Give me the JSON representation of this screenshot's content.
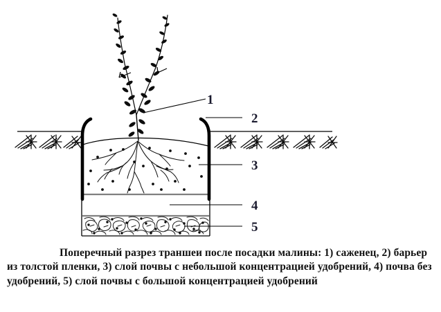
{
  "figure": {
    "title_text": "Поперечный разрез траншеи после посадки малины: 1) саженец, 2) барьер из толстой пленки, 3) слой почвы с небольшой концентрацией удобрений, 4) почва без удобрений, 5) слой почвы с большой концентрацией удобрений",
    "caption_lines": [
      "Поперечный разрез траншеи после посадки малины: 1) саженец,",
      "2) барьер из толстой пленки, 3) слой почвы с небольшой концентрацией",
      "удобрений, 4) почва без удобрений, 5) слой почвы с большой",
      "концентрацией удобрений"
    ]
  },
  "callouts": [
    {
      "number": "1",
      "name": "саженец"
    },
    {
      "number": "2",
      "name": "барьер из толстой пленки"
    },
    {
      "number": "3",
      "name": "слой почвы с небольшой концентрацией удобрений"
    },
    {
      "number": "4",
      "name": "почва без удобрений"
    },
    {
      "number": "5",
      "name": "слой почвы с большой концентрацией удобрений"
    }
  ],
  "colors": {
    "ink": "#000000",
    "label_ink": "#1a1a2e",
    "paper": "#ffffff",
    "layer_divider": "#808080"
  }
}
